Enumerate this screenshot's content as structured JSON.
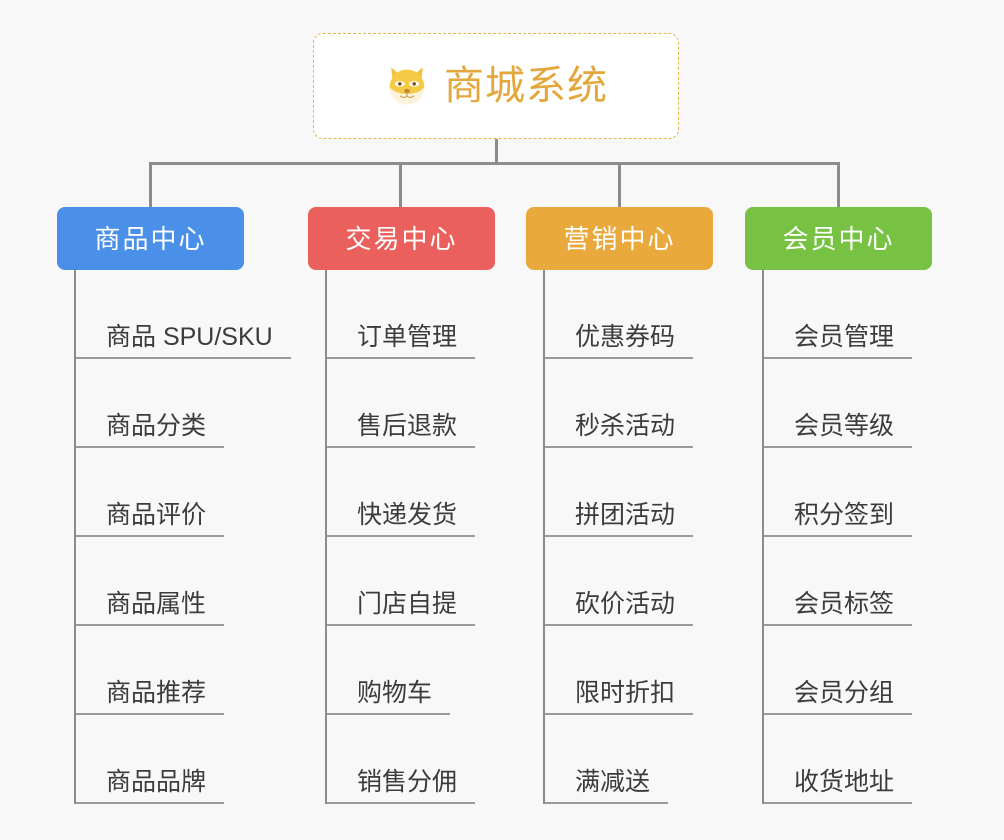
{
  "diagram": {
    "type": "org-chart",
    "background_color": "#f8f8f8",
    "connector_color": "#8c8c8c",
    "root": {
      "title": "商城系统",
      "icon": "shiba-dog-face-icon",
      "text_color": "#e3a73c",
      "border_color": "#e8b44a",
      "background_color": "#ffffff"
    },
    "columns": [
      {
        "id": "product-center",
        "label": "商品中心",
        "color": "#4a90e8",
        "items": [
          "商品 SPU/SKU",
          "商品分类",
          "商品评价",
          "商品属性",
          "商品推荐",
          "商品品牌"
        ]
      },
      {
        "id": "trade-center",
        "label": "交易中心",
        "color": "#e9605d",
        "items": [
          "订单管理",
          "售后退款",
          "快递发货",
          "门店自提",
          "购物车",
          "销售分佣"
        ]
      },
      {
        "id": "marketing-center",
        "label": "营销中心",
        "color": "#e9a93d",
        "items": [
          "优惠券码",
          "秒杀活动",
          "拼团活动",
          "砍价活动",
          "限时折扣",
          "满减送"
        ]
      },
      {
        "id": "member-center",
        "label": "会员中心",
        "color": "#77c242",
        "items": [
          "会员管理",
          "会员等级",
          "积分签到",
          "会员标签",
          "会员分组",
          "收货地址"
        ]
      }
    ]
  }
}
